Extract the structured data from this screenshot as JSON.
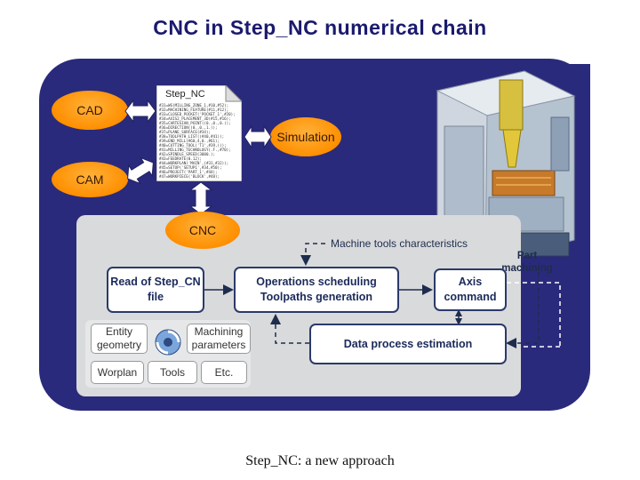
{
  "title": "CNC in Step_NC numerical chain",
  "nodes": {
    "cad": "CAD",
    "cam": "CAM",
    "stepnc_file": "Step_NC",
    "simulation": "Simulation",
    "cnc": "CNC"
  },
  "flow": {
    "machine_tools_characteristics": "Machine tools characteristics",
    "part_machining": "Part machining",
    "read_stepnc": "Read of Step_CN file",
    "operations": "Operations scheduling Toolpaths generation",
    "axis_command": "Axis command",
    "data_process": "Data process estimation"
  },
  "resources": {
    "entity_geometry": "Entity geometry",
    "machining_parameters": "Machining parameters",
    "workplan": "Worplan",
    "tools": "Tools",
    "etc": "Etc."
  },
  "doc_lines": [
    "#31=WS(MILLING_ZONE_1,#10,#52);",
    "#32=MACHINING_FEATURE(#11,#12);",
    "#33=CLOSED_POCKET('POCKET_1',#20);",
    "#34=AXIS2_PLACEMENT_3D(#15,#16);",
    "#35=CARTESIAN_POINT((0.,0.,0.));",
    "#36=DIRECTION((0.,0.,1.));",
    "#37=PLANE_SURFACE(#34);",
    "#38=TOOLPATH_LIST((#40,#41));",
    "#39=END_MILL(#60,4,0.,#61);",
    "#40=CUTTING_TOOL('T1',#39,());",
    "#41=MILLING_TECHNOLOGY(.F.,#70);",
    "#42=SPINDLE_SPEED(3000.);",
    "#43=FEEDRATE(0.12);",
    "#44=WORKPLAN('MAIN',(#31,#32));",
    "#45=SETUP('SETUP1',#34,#50);",
    "#46=PROJECT('PART_1',#44);",
    "#47=WORKPIECE('BLOCK',#48);"
  ],
  "footer": "Step_NC:  a new approach",
  "colors": {
    "panel": "#2a2a7c",
    "oval": "#ff9800",
    "box_border": "#2c3a6a"
  }
}
